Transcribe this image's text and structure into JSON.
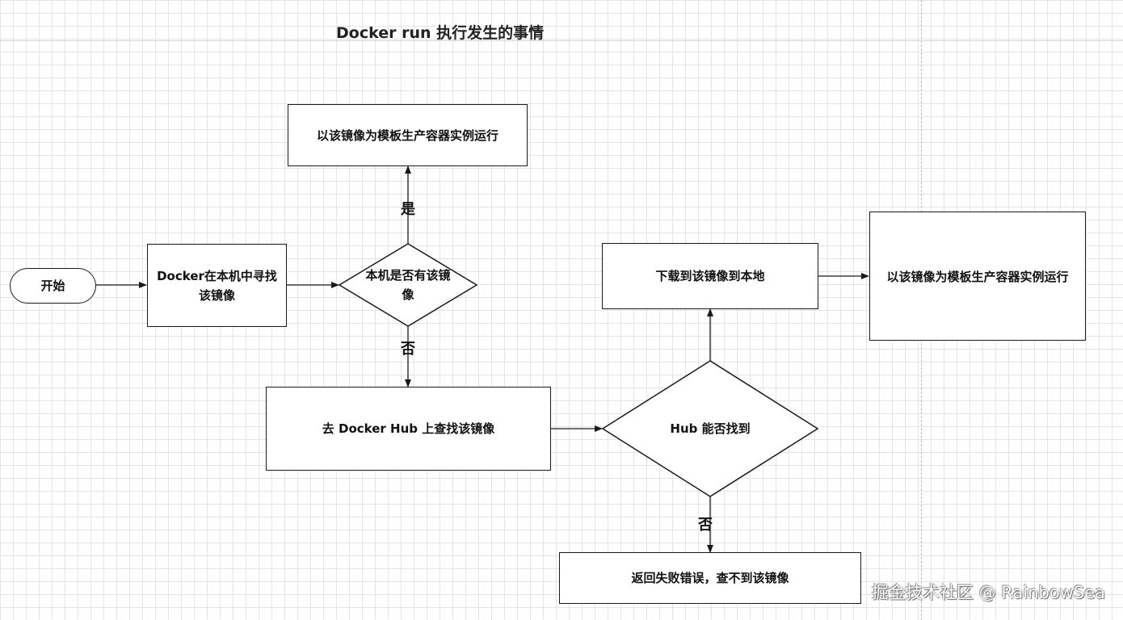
{
  "title": "Docker run 执行发生的事情",
  "nodes": {
    "start": "开始",
    "search_local": "Docker在本机中寻找该镜像",
    "check_local": "本机是否有该镜像",
    "run_local": "以该镜像为模板生产容器实例运行",
    "search_hub": "去 Docker Hub 上查找该镜像",
    "check_hub": "Hub 能否找到",
    "download": "下载到该镜像到本地",
    "run_downloaded": "以该镜像为模板生产容器实例运行",
    "error": "返回失败错误，查不到该镜像"
  },
  "edge_labels": {
    "local_yes": "是",
    "local_no": "否",
    "hub_no": "否"
  },
  "watermark": "掘金技术社区 @ RainbowSea"
}
